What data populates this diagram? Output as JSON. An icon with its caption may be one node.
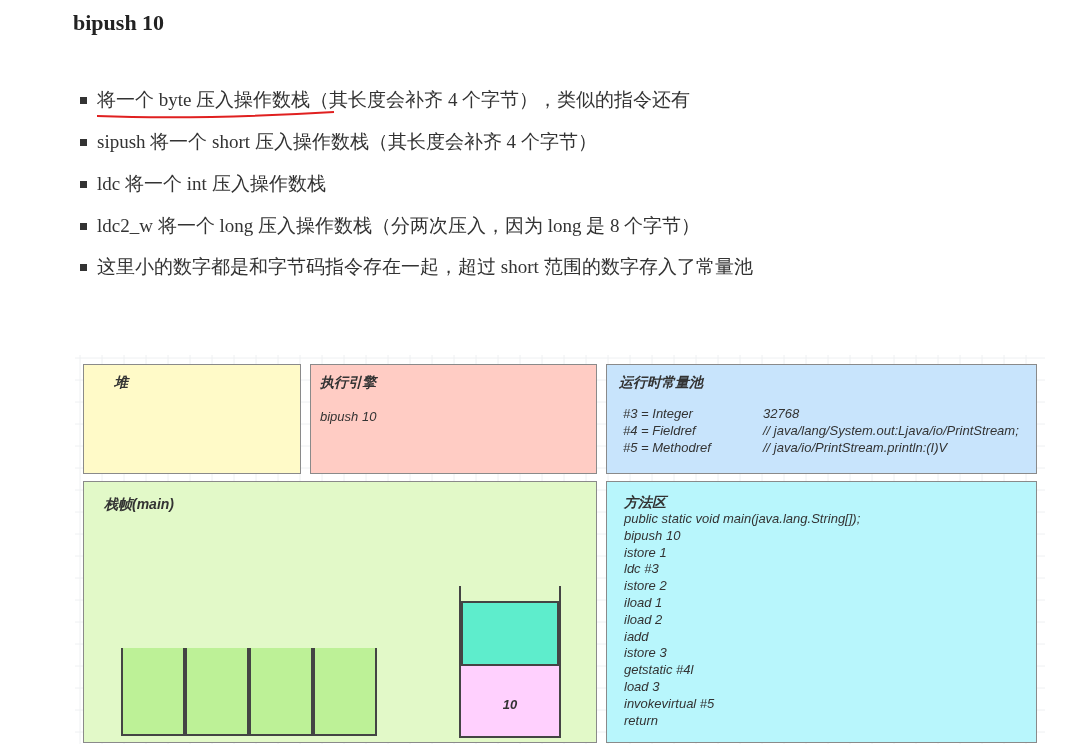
{
  "diagram": {
    "title": "bipush 10",
    "nodes": [
      {
        "text": [
          "堆"
        ]
      },
      {
        "text": [
          "执行引擎",
          "bipush 10"
        ]
      },
      {
        "text": [
          "运行时常量池",
          "#3 = Integer",
          "32768",
          "#4 = Fieldref",
          "// java/lang/System.out:Ljava/io/PrintStream;",
          "#5 = Methodref",
          "// java/io/PrintStream.println:(I)V"
        ]
      },
      {
        "text": [
          "栈帧(main)"
        ]
      },
      {
        "text": [],
        "shape": "box",
        "in": 3
      },
      {
        "text": [],
        "shape": "box",
        "in": 3
      },
      {
        "text": [],
        "shape": "box",
        "in": 3
      },
      {
        "text": [],
        "shape": "box",
        "in": 3
      },
      {
        "text": [],
        "shape": "box",
        "in": 3
      },
      {
        "text": [
          "10"
        ],
        "in": 3
      },
      {
        "text": [
          "方法区",
          "public static void main(java.lang.String[]);",
          "bipush 10",
          "istore 1",
          "ldc #3",
          "istore 2",
          "iload 1",
          "iload 2",
          "iadd",
          "istore 3",
          "getstatic #4l",
          "load 3",
          "invokevirtual #5",
          "return"
        ]
      }
    ],
    "labels": [
      "将一个 byte 压入操作数栈（其长度会补齐 4 个字节），类似的指令还有",
      "sipush 将一个 short 压入操作数栈（其长度会补齐 4 个字节）",
      "ldc 将一个 int 压入操作数栈",
      "ldc2_w 将一个 long 压入操作数栈（分两次压入，因为 long 是 8 个字节）",
      "这里小的数字都是和字节码指令存在一起，超过 short 范围的数字存入了常量池"
    ]
  }
}
